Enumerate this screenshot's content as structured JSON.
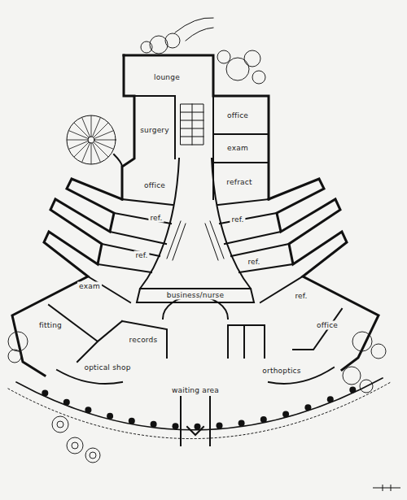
{
  "diagram": {
    "labels": [
      "lounge",
      "office",
      "surgery",
      "exam",
      "office",
      "refract",
      "ref.",
      "ref.",
      "ref.",
      "ref.",
      "exam",
      "ref.",
      "fitting",
      "business/nurse",
      "office",
      "records",
      "optical shop",
      "orthoptics",
      "waiting area"
    ]
  }
}
